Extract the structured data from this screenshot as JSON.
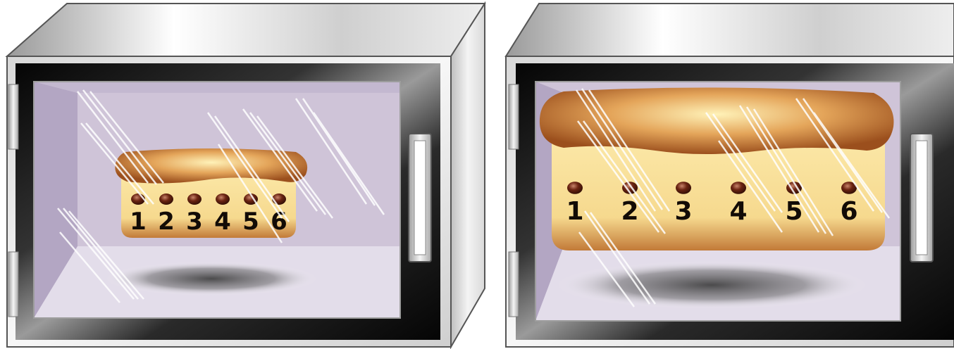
{
  "ovens": [
    {
      "id": "small-loaf",
      "labels": [
        "1",
        "2",
        "3",
        "4",
        "5",
        "6"
      ]
    },
    {
      "id": "large-loaf",
      "labels": [
        "1",
        "2",
        "3",
        "4",
        "5",
        "6"
      ]
    }
  ],
  "colors": {
    "chamber": "#cfc4d8",
    "floor": "#e3ddea",
    "crust": "#b96c2e",
    "crumb": "#f7dd94",
    "marker": "#6b2412",
    "frame": "#111111",
    "casing": "#dedede"
  }
}
